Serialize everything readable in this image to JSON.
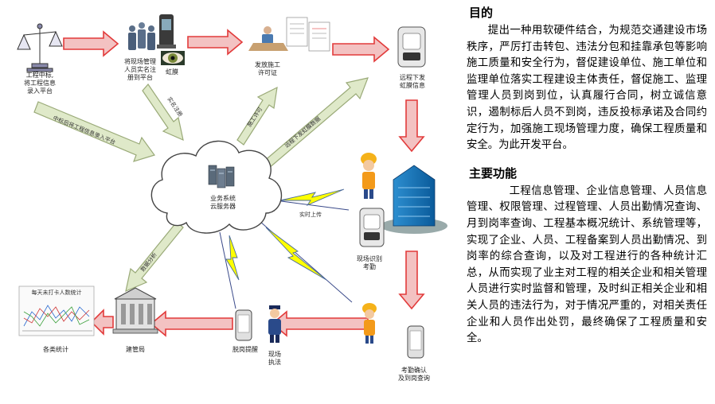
{
  "nodes": {
    "bidding_entry": "工程中标,\n将工程信息\n录入平台",
    "personnel_register": "将现场管理\n人员实名注\n册到平台",
    "iris": "虹膜",
    "permit_issue": "发放施工\n许可证",
    "remote_iris": "远程下发\n虹膜信息",
    "cloud_server": "业务系统\n云服务器",
    "site_checkin": "现场识别\n考勤",
    "attendance_query": "考勤确认\n及到岗查询",
    "absence_alert": "脱岗提醒",
    "site_enforcement": "现场\n执法",
    "supervision_bureau": "建管局",
    "statistics": "各类统计",
    "chart_thumb_title": "每天未打卡人数统计"
  },
  "arrow_labels": {
    "bid_to_cloud": "中标后将工程信息录入平台",
    "register_to_cloud": "实名注册",
    "cloud_to_permit": "施工许可",
    "cloud_to_remote": "远程下发虹膜数据",
    "realtime_upload": "实时上传",
    "data_analysis": "数据分析"
  },
  "purpose": {
    "title": "目的",
    "body": "提出一种用软硬件结合，为规范交通建设市场秩序，严厉打击转包、违法分包和挂靠承包等影响施工质量和安全行为，督促建设单位、施工单位和监理单位落实工程建设主体责任，督促施工、监理管理人员到岗到位，认真履行合同，树立诚信意识，遏制标后人员不到岗，违反投标承诺及合同约定行为，加强施工现场管理力度，确保工程质量和安全。为此开发平台。"
  },
  "functions": {
    "title": "主要功能",
    "body": "工程信息管理、企业信息管理、人员信息管理、权限管理、过程管理、人员出勤情况查询、月到岗率查询、工程基本概况统计、系统管理等，实现了企业、人员、工程备案到人员出勤情况、到岗率的综合查询，以及对工程进行的各种统计汇总，从而实现了业主对工程的相关企业和相关管理人员进行实时监督和管理，及时纠正相关企业和相关人员的违法行为，对于情况严重的，对相关责任企业和人员作出处罚，最终确保了工程质量和安全。"
  },
  "colors": {
    "red_arrow_fill": "#f3c2c2",
    "red_arrow_stroke": "#e23b3b",
    "green_arrow_fill": "#dfe9c9",
    "green_arrow_stroke": "#9aaa78",
    "bolt": "#ffff00",
    "link_line": "#3a4a8a"
  }
}
